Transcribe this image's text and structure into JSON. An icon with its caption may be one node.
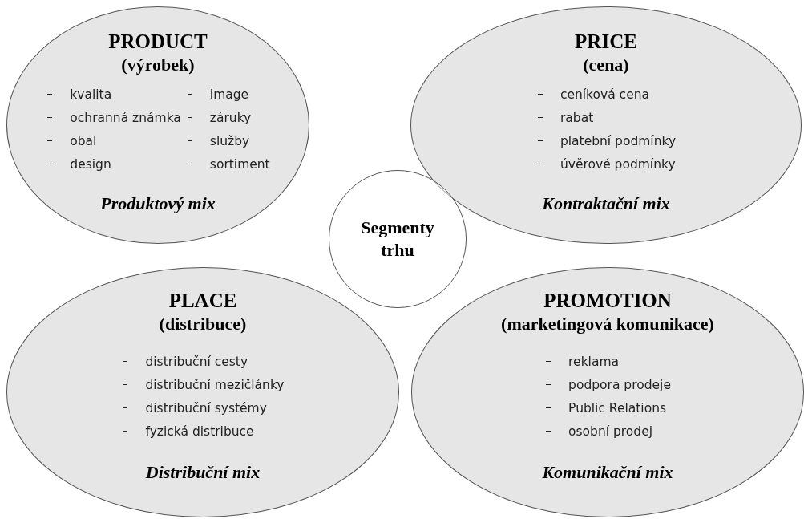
{
  "diagram": {
    "nodes": [
      {
        "text": [
          "PRODUCT",
          "(výrobek)",
          "kvalita",
          "ochranná známka",
          "obal",
          "design",
          "image",
          "záruky",
          "služby",
          "sortiment",
          "Produktový mix"
        ]
      },
      {
        "text": [
          "PRICE",
          "(cena)",
          "ceníková cena",
          "rabat",
          "platební podmínky",
          "úvěrové podmínky",
          "Kontraktační mix"
        ]
      },
      {
        "text": [
          "Segmenty trhu"
        ]
      },
      {
        "text": [
          "PLACE",
          "(distribuce)",
          "distribuční cesty",
          "distribuční mezičlánky",
          "distribuční systémy",
          "fyzická distribuce",
          "Distribuční mix"
        ]
      },
      {
        "text": [
          "PROMOTION",
          "(marketingová komunikace)",
          "reklama",
          "podpora prodeje",
          "Public Relations",
          "osobní prodej",
          "Komunikační mix"
        ]
      }
    ]
  }
}
